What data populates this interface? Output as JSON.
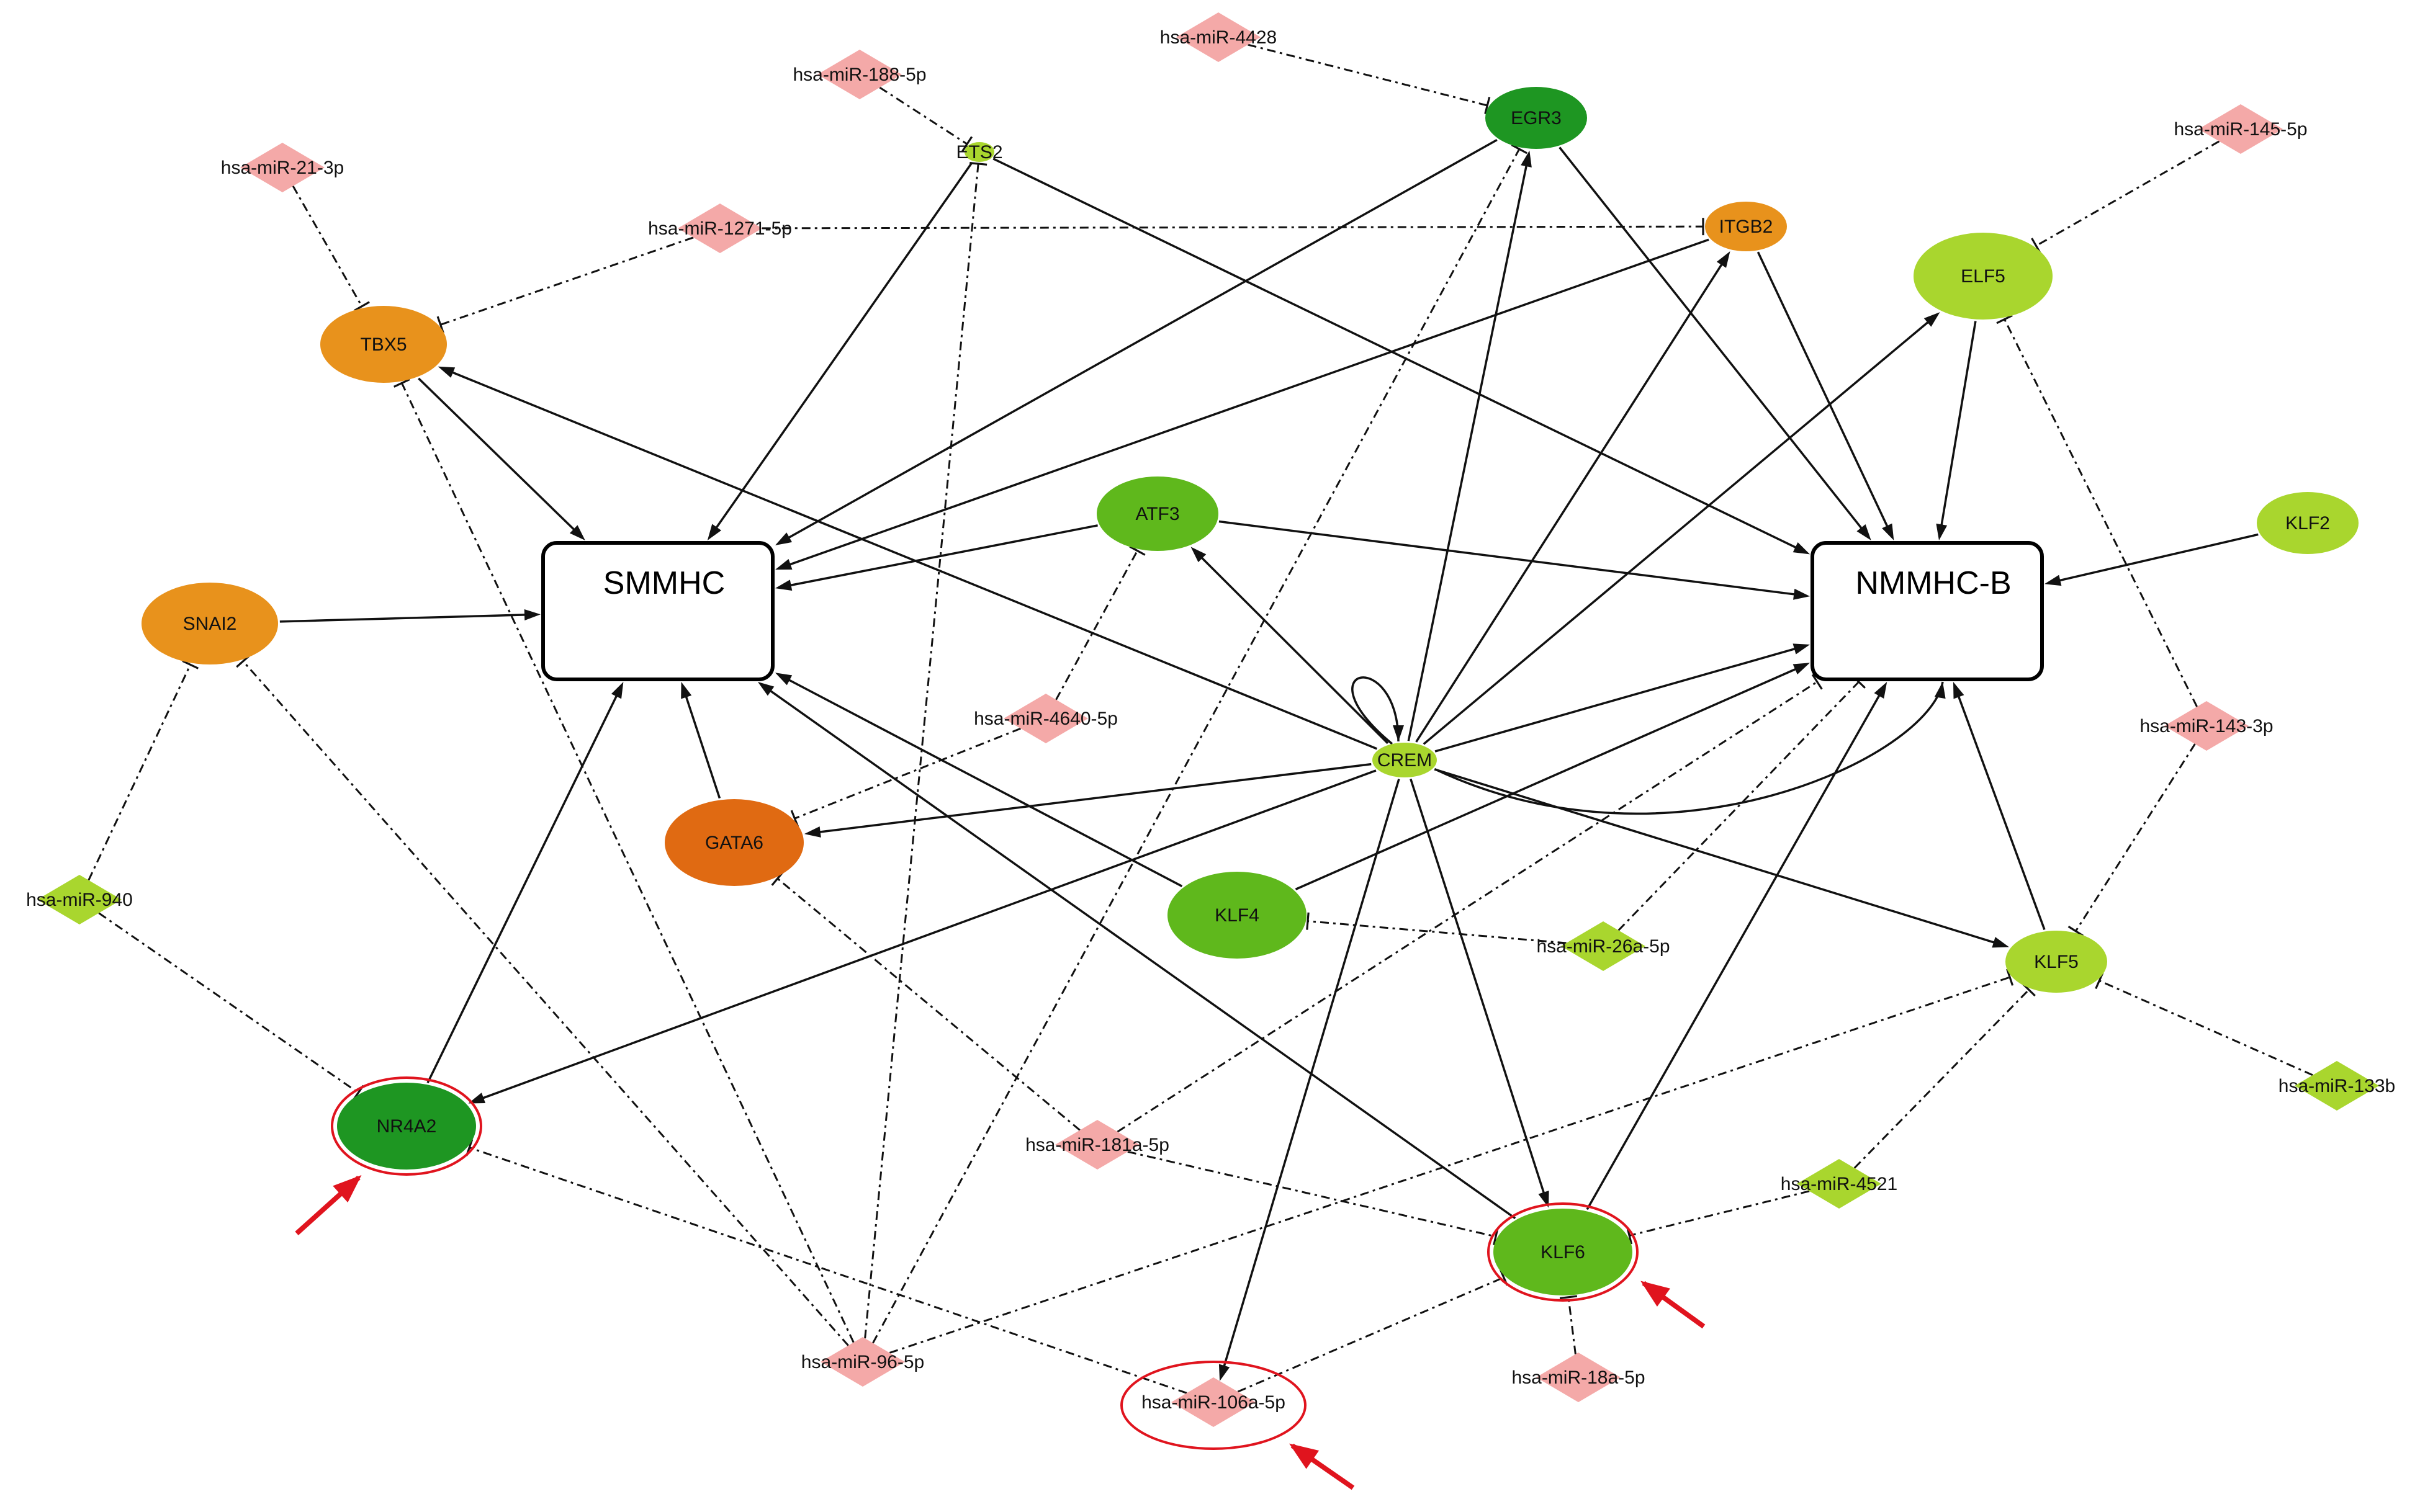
{
  "colors": {
    "mirna_pink": "#f4a9a8",
    "mirna_green": "#a9d62e",
    "orange": "#e8921c",
    "dark_orange": "#e06a12",
    "green_dark": "#1e9622",
    "green_mid": "#5fb81c",
    "green_light": "#a9d62e",
    "highlight": "#e0141e",
    "edge": "#111111"
  },
  "nodes": [
    {
      "id": "SMMHC",
      "label": "SMMHC",
      "kind": "box"
    },
    {
      "id": "NMMHC-B",
      "label": "NMMHC-B",
      "kind": "box"
    },
    {
      "id": "EGR3",
      "label": "EGR3",
      "kind": "gene",
      "color": "green_dark"
    },
    {
      "id": "ETS2",
      "label": "ETS2",
      "kind": "gene",
      "color": "green_light"
    },
    {
      "id": "ITGB2",
      "label": "ITGB2",
      "kind": "gene",
      "color": "orange"
    },
    {
      "id": "ELF5",
      "label": "ELF5",
      "kind": "gene",
      "color": "green_light"
    },
    {
      "id": "TBX5",
      "label": "TBX5",
      "kind": "gene",
      "color": "orange"
    },
    {
      "id": "ATF3",
      "label": "ATF3",
      "kind": "gene",
      "color": "green_mid"
    },
    {
      "id": "KLF2",
      "label": "KLF2",
      "kind": "gene",
      "color": "green_light"
    },
    {
      "id": "SNAI2",
      "label": "SNAI2",
      "kind": "gene",
      "color": "orange"
    },
    {
      "id": "CREM",
      "label": "CREM",
      "kind": "gene",
      "color": "green_light"
    },
    {
      "id": "GATA6",
      "label": "GATA6",
      "kind": "gene",
      "color": "dark_orange"
    },
    {
      "id": "KLF4",
      "label": "KLF4",
      "kind": "gene",
      "color": "green_mid"
    },
    {
      "id": "KLF5",
      "label": "KLF5",
      "kind": "gene",
      "color": "green_light"
    },
    {
      "id": "NR4A2",
      "label": "NR4A2",
      "kind": "gene",
      "color": "green_dark",
      "highlight": true
    },
    {
      "id": "KLF6",
      "label": "KLF6",
      "kind": "gene",
      "color": "green_mid",
      "highlight": true
    },
    {
      "id": "m4428",
      "label": "hsa-miR-4428",
      "kind": "mirna",
      "color": "mirna_pink"
    },
    {
      "id": "m188",
      "label": "hsa-miR-188-5p",
      "kind": "mirna",
      "color": "mirna_pink"
    },
    {
      "id": "m145",
      "label": "hsa-miR-145-5p",
      "kind": "mirna",
      "color": "mirna_pink"
    },
    {
      "id": "m21",
      "label": "hsa-miR-21-3p",
      "kind": "mirna",
      "color": "mirna_pink"
    },
    {
      "id": "m1271",
      "label": "hsa-miR-1271-5p",
      "kind": "mirna",
      "color": "mirna_pink"
    },
    {
      "id": "m4640",
      "label": "hsa-miR-4640-5p",
      "kind": "mirna",
      "color": "mirna_pink"
    },
    {
      "id": "m143",
      "label": "hsa-miR-143-3p",
      "kind": "mirna",
      "color": "mirna_pink"
    },
    {
      "id": "m940",
      "label": "hsa-miR-940",
      "kind": "mirna",
      "color": "mirna_green"
    },
    {
      "id": "m26a",
      "label": "hsa-miR-26a-5p",
      "kind": "mirna",
      "color": "mirna_green"
    },
    {
      "id": "m133b",
      "label": "hsa-miR-133b",
      "kind": "mirna",
      "color": "mirna_green"
    },
    {
      "id": "m181a",
      "label": "hsa-miR-181a-5p",
      "kind": "mirna",
      "color": "mirna_pink"
    },
    {
      "id": "m4521",
      "label": "hsa-miR-4521",
      "kind": "mirna",
      "color": "mirna_green"
    },
    {
      "id": "m96",
      "label": "hsa-miR-96-5p",
      "kind": "mirna",
      "color": "mirna_pink"
    },
    {
      "id": "m106a",
      "label": "hsa-miR-106a-5p",
      "kind": "mirna",
      "color": "mirna_pink",
      "highlight": true
    },
    {
      "id": "m18a",
      "label": "hsa-miR-18a-5p",
      "kind": "mirna",
      "color": "mirna_pink"
    }
  ],
  "edges": [
    {
      "from": "EGR3",
      "to": "SMMHC",
      "type": "activate"
    },
    {
      "from": "EGR3",
      "to": "NMMHC-B",
      "type": "activate"
    },
    {
      "from": "ETS2",
      "to": "SMMHC",
      "type": "activate"
    },
    {
      "from": "ETS2",
      "to": "NMMHC-B",
      "type": "activate"
    },
    {
      "from": "ITGB2",
      "to": "SMMHC",
      "type": "activate"
    },
    {
      "from": "ITGB2",
      "to": "NMMHC-B",
      "type": "activate"
    },
    {
      "from": "ELF5",
      "to": "NMMHC-B",
      "type": "activate"
    },
    {
      "from": "TBX5",
      "to": "SMMHC",
      "type": "activate"
    },
    {
      "from": "ATF3",
      "to": "SMMHC",
      "type": "activate"
    },
    {
      "from": "ATF3",
      "to": "NMMHC-B",
      "type": "activate"
    },
    {
      "from": "KLF2",
      "to": "NMMHC-B",
      "type": "activate"
    },
    {
      "from": "SNAI2",
      "to": "SMMHC",
      "type": "activate"
    },
    {
      "from": "GATA6",
      "to": "SMMHC",
      "type": "activate"
    },
    {
      "from": "KLF4",
      "to": "SMMHC",
      "type": "activate"
    },
    {
      "from": "KLF4",
      "to": "NMMHC-B",
      "type": "activate"
    },
    {
      "from": "KLF5",
      "to": "NMMHC-B",
      "type": "activate"
    },
    {
      "from": "NR4A2",
      "to": "SMMHC",
      "type": "activate"
    },
    {
      "from": "KLF6",
      "to": "SMMHC",
      "type": "activate"
    },
    {
      "from": "KLF6",
      "to": "NMMHC-B",
      "type": "activate"
    },
    {
      "from": "CREM",
      "to": "TBX5",
      "type": "activate"
    },
    {
      "from": "CREM",
      "to": "ATF3",
      "type": "activate"
    },
    {
      "from": "CREM",
      "to": "EGR3",
      "type": "activate"
    },
    {
      "from": "CREM",
      "to": "ITGB2",
      "type": "activate"
    },
    {
      "from": "CREM",
      "to": "ELF5",
      "type": "activate"
    },
    {
      "from": "CREM",
      "to": "NMMHC-B",
      "type": "activate"
    },
    {
      "from": "CREM",
      "to": "NMMHC-B",
      "type": "activate",
      "curve": true
    },
    {
      "from": "CREM",
      "to": "GATA6",
      "type": "activate"
    },
    {
      "from": "CREM",
      "to": "NR4A2",
      "type": "activate"
    },
    {
      "from": "CREM",
      "to": "KLF6",
      "type": "activate"
    },
    {
      "from": "CREM",
      "to": "KLF5",
      "type": "activate"
    },
    {
      "from": "CREM",
      "to": "m106a",
      "type": "activate"
    },
    {
      "from": "CREM",
      "to": "CREM",
      "type": "activate",
      "self": true
    },
    {
      "from": "m4428",
      "to": "EGR3",
      "type": "inhibit"
    },
    {
      "from": "m188",
      "to": "ETS2",
      "type": "inhibit"
    },
    {
      "from": "m145",
      "to": "ELF5",
      "type": "inhibit"
    },
    {
      "from": "m21",
      "to": "TBX5",
      "type": "inhibit"
    },
    {
      "from": "m1271",
      "to": "TBX5",
      "type": "inhibit"
    },
    {
      "from": "m1271",
      "to": "ITGB2",
      "type": "inhibit"
    },
    {
      "from": "m4640",
      "to": "ATF3",
      "type": "inhibit"
    },
    {
      "from": "m4640",
      "to": "GATA6",
      "type": "inhibit"
    },
    {
      "from": "m143",
      "to": "ELF5",
      "type": "inhibit"
    },
    {
      "from": "m143",
      "to": "KLF5",
      "type": "inhibit"
    },
    {
      "from": "m940",
      "to": "SNAI2",
      "type": "inhibit"
    },
    {
      "from": "m940",
      "to": "NR4A2",
      "type": "inhibit"
    },
    {
      "from": "m26a",
      "to": "KLF4",
      "type": "inhibit"
    },
    {
      "from": "m26a",
      "to": "NMMHC-B",
      "type": "inhibit"
    },
    {
      "from": "m133b",
      "to": "KLF5",
      "type": "inhibit"
    },
    {
      "from": "m181a",
      "to": "GATA6",
      "type": "inhibit"
    },
    {
      "from": "m181a",
      "to": "NMMHC-B",
      "type": "inhibit"
    },
    {
      "from": "m181a",
      "to": "KLF6",
      "type": "inhibit"
    },
    {
      "from": "m4521",
      "to": "KLF5",
      "type": "inhibit"
    },
    {
      "from": "m4521",
      "to": "KLF6",
      "type": "inhibit"
    },
    {
      "from": "m96",
      "to": "TBX5",
      "type": "inhibit"
    },
    {
      "from": "m96",
      "to": "SNAI2",
      "type": "inhibit"
    },
    {
      "from": "m96",
      "to": "ETS2",
      "type": "inhibit"
    },
    {
      "from": "m96",
      "to": "EGR3",
      "type": "inhibit"
    },
    {
      "from": "m96",
      "to": "KLF5",
      "type": "inhibit"
    },
    {
      "from": "m106a",
      "to": "NR4A2",
      "type": "inhibit"
    },
    {
      "from": "m106a",
      "to": "KLF6",
      "type": "inhibit"
    },
    {
      "from": "m18a",
      "to": "KLF6",
      "type": "inhibit"
    }
  ]
}
